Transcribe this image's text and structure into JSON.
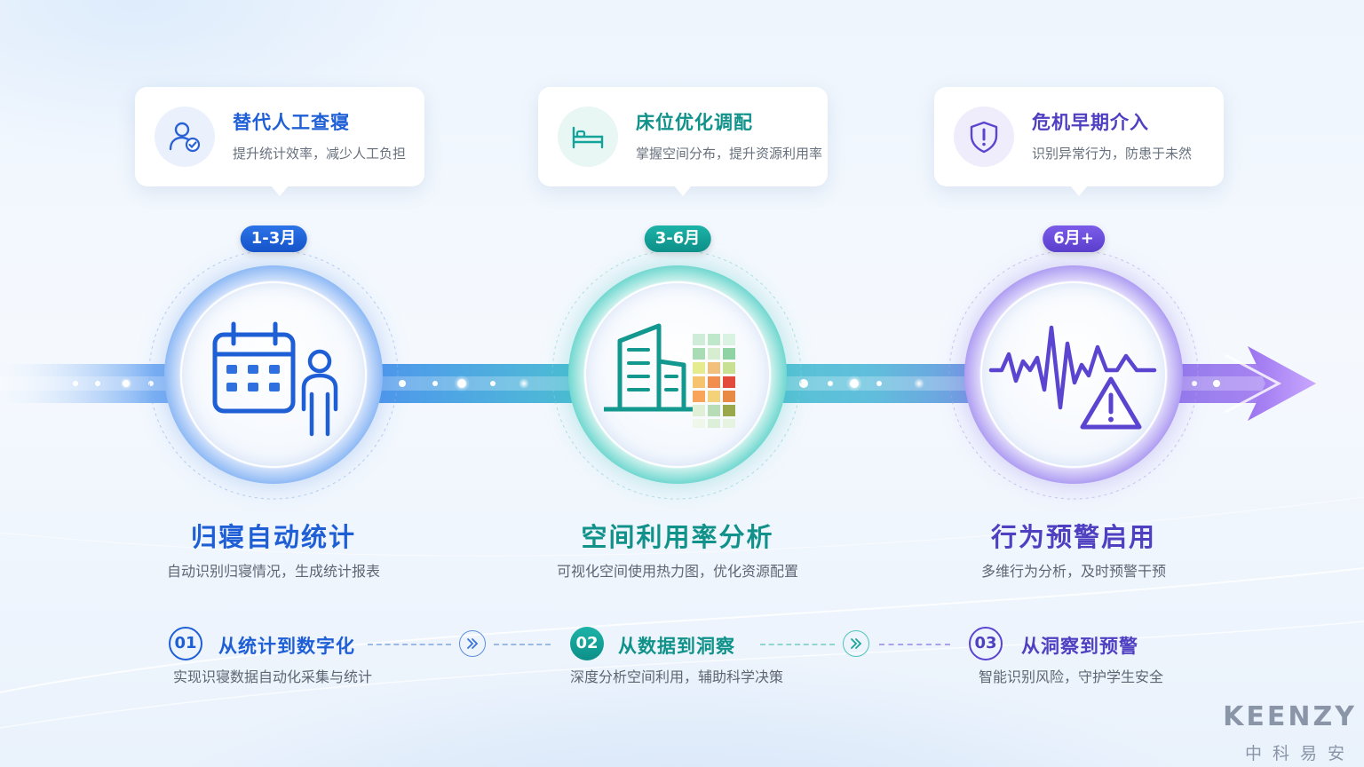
{
  "callouts": [
    {
      "title": "替代人工查寝",
      "subtitle": "提升统计效率，减少人工负担",
      "icon": "user-check-icon",
      "color": "#1f5fd6"
    },
    {
      "title": "床位优化调配",
      "subtitle": "掌握空间分布，提升资源利用率",
      "icon": "bed-icon",
      "color": "#10928a"
    },
    {
      "title": "危机早期介入",
      "subtitle": "识别异常行为，防患于未然",
      "icon": "shield-alert-icon",
      "color": "#4f3fc1"
    }
  ],
  "periods": [
    {
      "label": "1-3月",
      "color": "#1e63d9"
    },
    {
      "label": "3-6月",
      "color": "#14a39a"
    },
    {
      "label": "6月+",
      "color": "#6a4ad6"
    }
  ],
  "stages": [
    {
      "title": "归寝自动统计",
      "description": "自动识别归寝情况，生成统计报表",
      "icon": "calendar-person-icon",
      "color": "#1f5fd6"
    },
    {
      "title": "空间利用率分析",
      "description": "可视化空间使用热力图，优化资源配置",
      "icon": "building-heatmap-icon",
      "color": "#10928a"
    },
    {
      "title": "行为预警启用",
      "description": "多维行为分析，及时预警干预",
      "icon": "waveform-warning-icon",
      "color": "#4f3fc1"
    }
  ],
  "steps": [
    {
      "number": "01",
      "title": "从统计到数字化",
      "description": "实现识寝数据自动化采集与统计",
      "color": "#1f5fd6"
    },
    {
      "number": "02",
      "title": "从数据到洞察",
      "description": "深度分析空间利用，辅助科学决策",
      "color": "#10928a"
    },
    {
      "number": "03",
      "title": "从洞察到预警",
      "description": "智能识别风险，守护学生安全",
      "color": "#4f3fc1"
    }
  ],
  "logo": {
    "en": "KEENZY",
    "cn": "中科易安"
  }
}
